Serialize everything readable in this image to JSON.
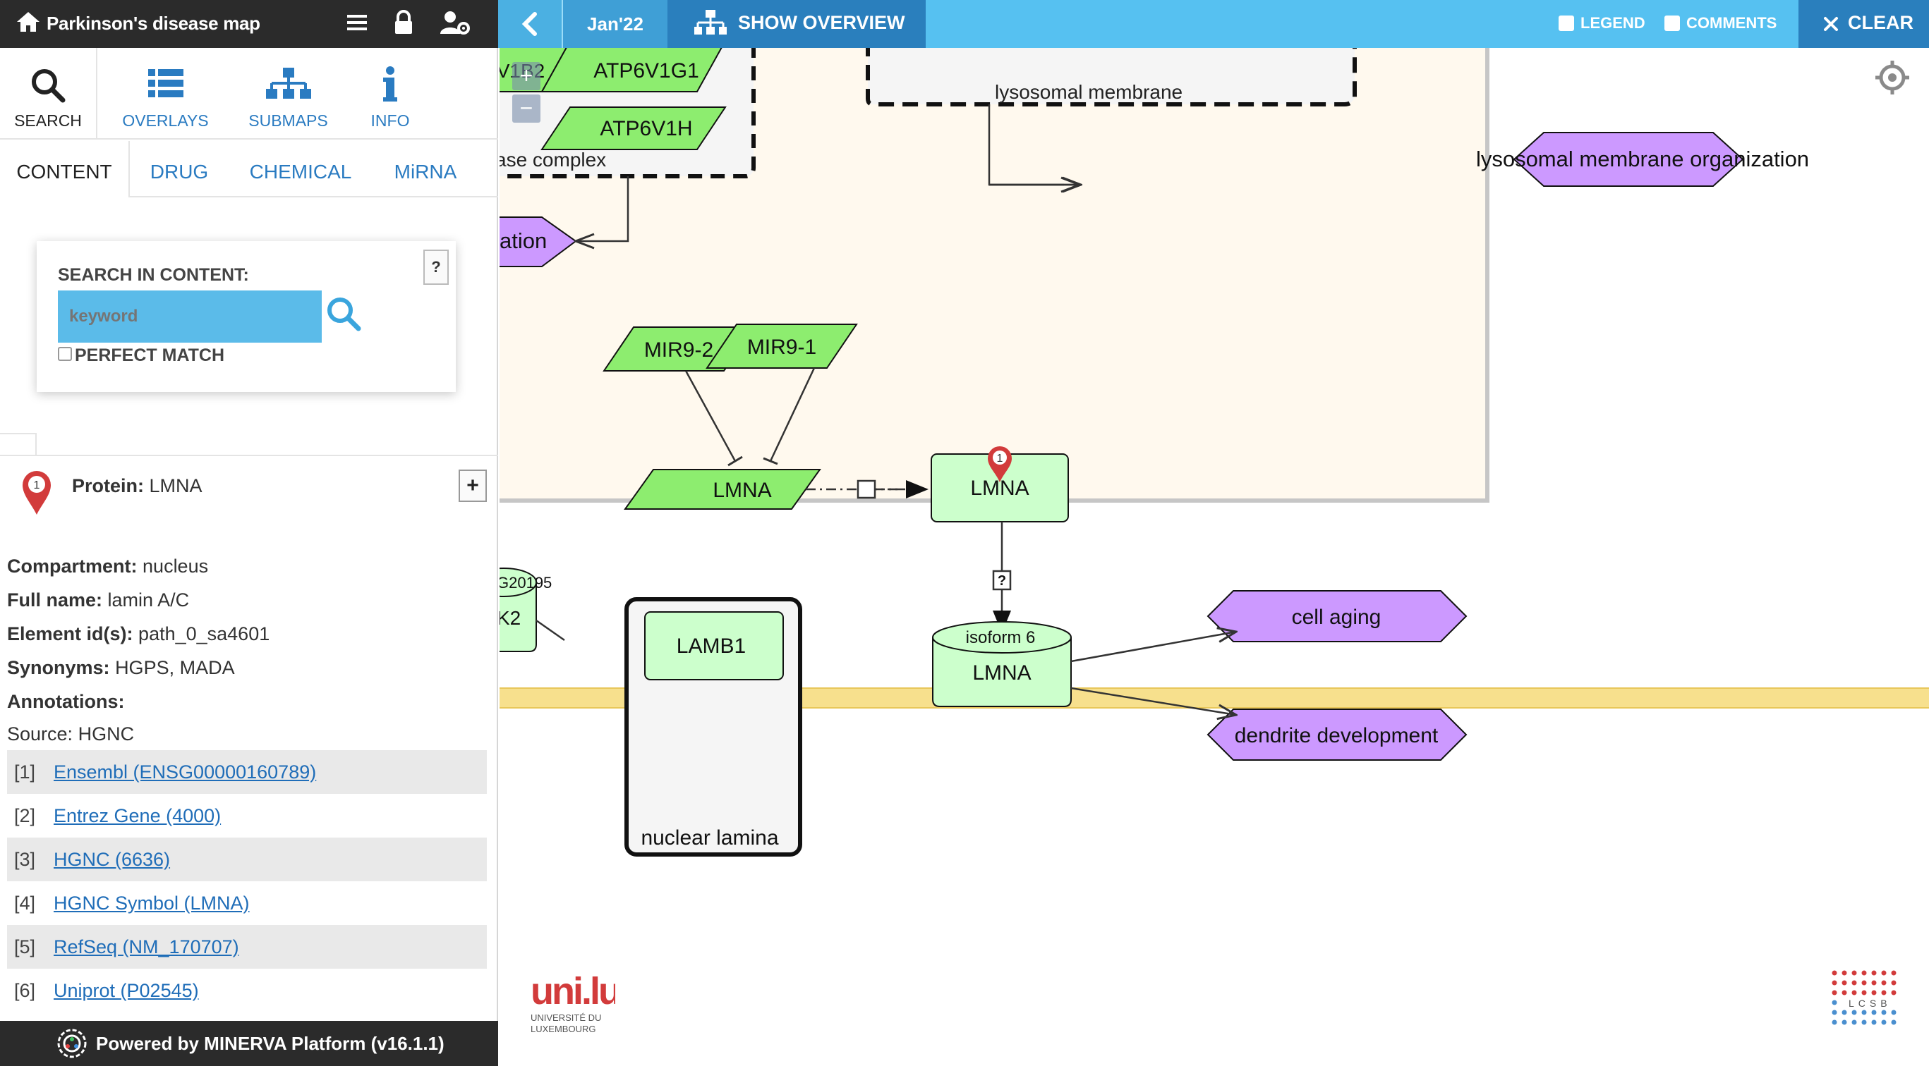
{
  "app": {
    "title": "Parkinson's disease map"
  },
  "left_tabs": [
    {
      "label": "SEARCH",
      "icon": "search-icon",
      "active": true
    },
    {
      "label": "OVERLAYS",
      "icon": "overlays-icon"
    },
    {
      "label": "SUBMAPS",
      "icon": "submaps-icon"
    },
    {
      "label": "INFO",
      "icon": "info-icon"
    }
  ],
  "sub_tabs": [
    {
      "label": "CONTENT",
      "active": true
    },
    {
      "label": "DRUG"
    },
    {
      "label": "CHEMICAL"
    },
    {
      "label": "MiRNA"
    }
  ],
  "search": {
    "header": "SEARCH IN CONTENT:",
    "placeholder": "keyword",
    "value": "",
    "help_label": "?",
    "perfect_match_label": "PERFECT MATCH",
    "perfect_match_checked": false
  },
  "result": {
    "marker_number": "1",
    "type_label": "Protein:",
    "name": "LMNA",
    "expand_label": "+",
    "fields": [
      {
        "label": "Compartment:",
        "value": "nucleus"
      },
      {
        "label": "Full name:",
        "value": "lamin A/C"
      },
      {
        "label": "Element id(s):",
        "value": "path_0_sa4601"
      },
      {
        "label": "Synonyms:",
        "value": "HGPS, MADA"
      },
      {
        "label": "Annotations:",
        "value": ""
      },
      {
        "label": "Source:",
        "value": "HGNC"
      }
    ],
    "annotations": [
      {
        "index": "[1]",
        "text": "Ensembl (ENSG00000160789)"
      },
      {
        "index": "[2]",
        "text": "Entrez Gene (4000)"
      },
      {
        "index": "[3]",
        "text": "HGNC (6636)"
      },
      {
        "index": "[4]",
        "text": "HGNC Symbol (LMNA)"
      },
      {
        "index": "[5]",
        "text": "RefSeq (NM_170707)"
      },
      {
        "index": "[6]",
        "text": "Uniprot (P02545)"
      }
    ]
  },
  "footer": {
    "text": "Powered by MINERVA Platform (v16.1.1)"
  },
  "nav": {
    "version": "Jan'22",
    "overview_label": "SHOW OVERVIEW",
    "legend_label": "LEGEND",
    "comments_label": "COMMENTS",
    "clear_label": "CLEAR"
  },
  "map": {
    "zoom_in": "+",
    "zoom_out": "−",
    "labels": {
      "atp6v1g1": "ATP6V1G1",
      "atp6v1h": "ATP6V1H",
      "v1b2": "V1B2",
      "complex_label": "ase complex",
      "lysosomal_membrane": "lysosomal membrane",
      "lysosomal_membrane_org": "lysosomal membrane organization",
      "ation": "ation",
      "mir9_2": "MIR9-2",
      "mir9_1": "MIR9-1",
      "lmna_rna": "LMNA",
      "lmna_protein": "LMNA",
      "lmna_marker": "1",
      "unknown_q": "?",
      "isoform": "isoform 6",
      "lmna_isoform": "LMNA",
      "g20195": "G20195",
      "k2": "K2",
      "lamb1": "LAMB1",
      "nuclear_lamina": "nuclear lamina",
      "cell_aging": "cell aging",
      "dendrite_development": "dendrite development"
    },
    "colors": {
      "green_node": "#8ded6f",
      "light_green": "#ccffcc",
      "purple_phenotype": "#cc99ff",
      "compartment_fill": "#fff9ee",
      "membrane_band": "#f7e08d",
      "marker_red": "#d23b3b"
    }
  },
  "logos": {
    "uni_text": "uni.lu",
    "uni_sub1": "UNIVERSITÉ DU",
    "uni_sub2": "LUXEMBOURG",
    "lcsb": "LCSB"
  }
}
